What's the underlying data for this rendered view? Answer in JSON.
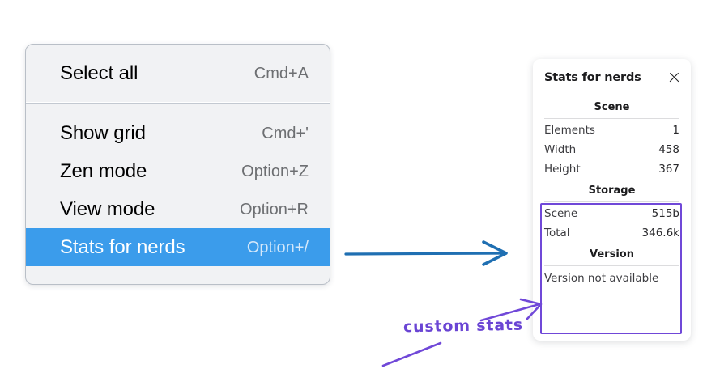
{
  "canvas": {
    "background": "#ffffff",
    "accent_blue": "#3b9ceb",
    "annotation_purple": "#6a45d4",
    "arrow_blue": "#1f6fb2"
  },
  "context_menu": {
    "groups": [
      {
        "items": [
          {
            "label": "Select all",
            "shortcut": "Cmd+A",
            "selected": false
          }
        ]
      },
      {
        "items": [
          {
            "label": "Show grid",
            "shortcut": "Cmd+'",
            "selected": false
          },
          {
            "label": "Zen mode",
            "shortcut": "Option+Z",
            "selected": false
          },
          {
            "label": "View mode",
            "shortcut": "Option+R",
            "selected": false
          },
          {
            "label": "Stats for nerds",
            "shortcut": "Option+/",
            "selected": true
          }
        ]
      }
    ]
  },
  "stats_panel": {
    "title": "Stats for nerds",
    "close_icon": "close-icon",
    "sections": [
      {
        "title": "Scene",
        "rows": [
          {
            "key": "Elements",
            "value": "1"
          },
          {
            "key": "Width",
            "value": "458"
          },
          {
            "key": "Height",
            "value": "367"
          }
        ]
      },
      {
        "title": "Storage",
        "rows": [
          {
            "key": "Scene",
            "value": "515b"
          },
          {
            "key": "Total",
            "value": "346.6k"
          }
        ]
      },
      {
        "title": "Version",
        "single_line": "Version not available"
      }
    ]
  },
  "annotations": {
    "label": "custom stats",
    "blue_arrow": "arrow-right-icon",
    "purple_arrow": "arrow-up-right-icon",
    "purple_underline": "line-stroke"
  }
}
